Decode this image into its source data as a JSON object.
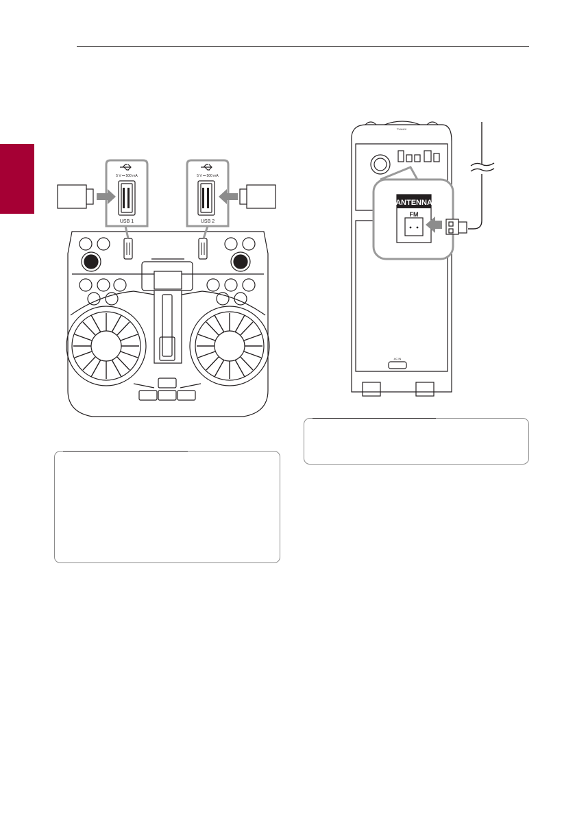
{
  "labels": {
    "usb1": "USB 1",
    "usb2": "USB 2",
    "usb_rating_1": "5 V ⎓ 500 mA",
    "usb_rating_2": "5 V ⎓ 500 mA",
    "antenna": "ANTENNA",
    "fm": "FM",
    "ac_in": "AC IN",
    "rear_top_label": "TV/AUX"
  },
  "colors": {
    "accent_tab": "#a50034",
    "line": "#231f20",
    "arrow_gray": "#8c8c8c",
    "panel_gray": "#9a9a9a"
  }
}
